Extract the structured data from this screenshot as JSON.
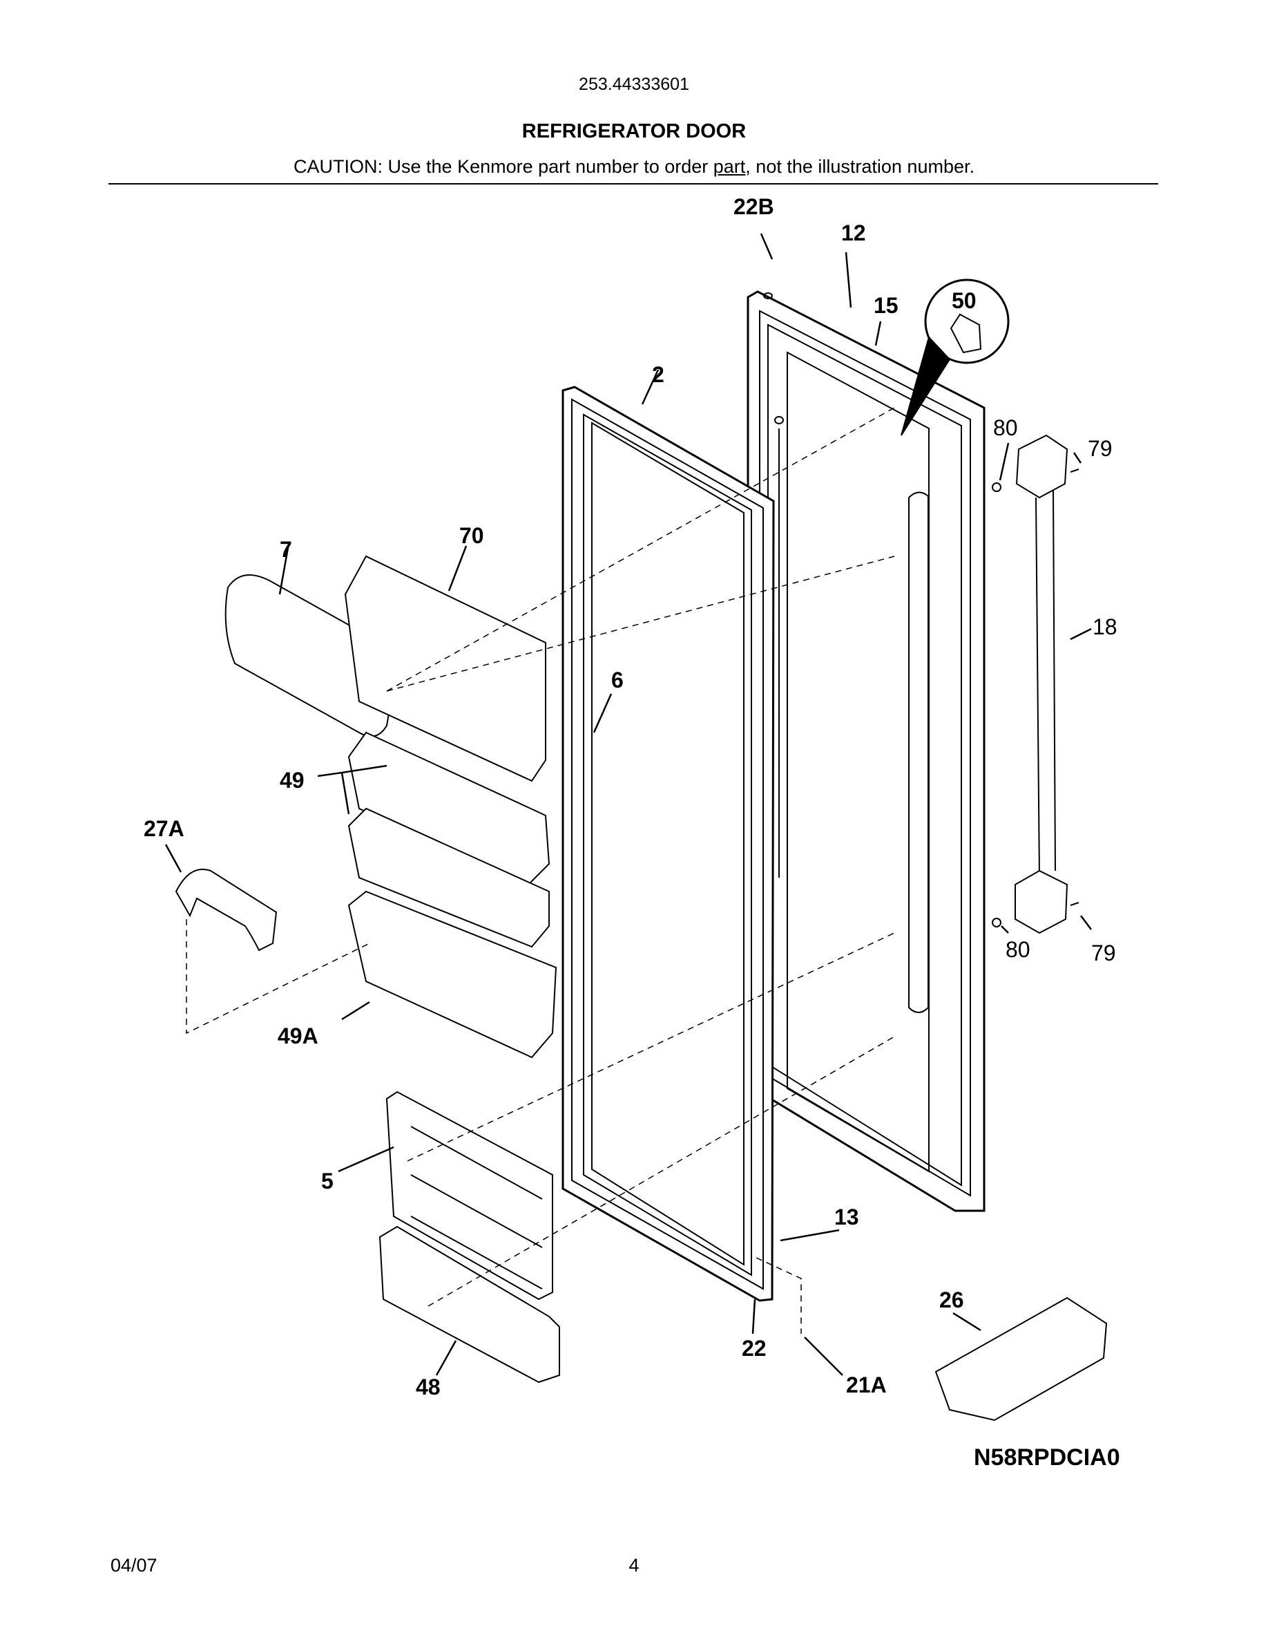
{
  "header": {
    "model_number": "253.44333601",
    "title": "REFRIGERATOR DOOR",
    "caution_before": "CAUTION: Use the Kenmore part number to order ",
    "caution_link": "part",
    "caution_after": ", not the illustration number."
  },
  "callouts": {
    "c22b": "22B",
    "c12": "12",
    "c15": "15",
    "c50": "50",
    "c2": "2",
    "c80a": "80",
    "c79a": "79",
    "c7": "7",
    "c70": "70",
    "c18": "18",
    "c6": "6",
    "c49": "49",
    "c27a": "27A",
    "c80b": "80",
    "c79b": "79",
    "c49a": "49A",
    "c5": "5",
    "c13": "13",
    "c26": "26",
    "c22": "22",
    "c21a": "21A",
    "c48": "48"
  },
  "diagram_code": "N58RPDCIA0",
  "footer": {
    "date": "04/07",
    "page": "4"
  }
}
